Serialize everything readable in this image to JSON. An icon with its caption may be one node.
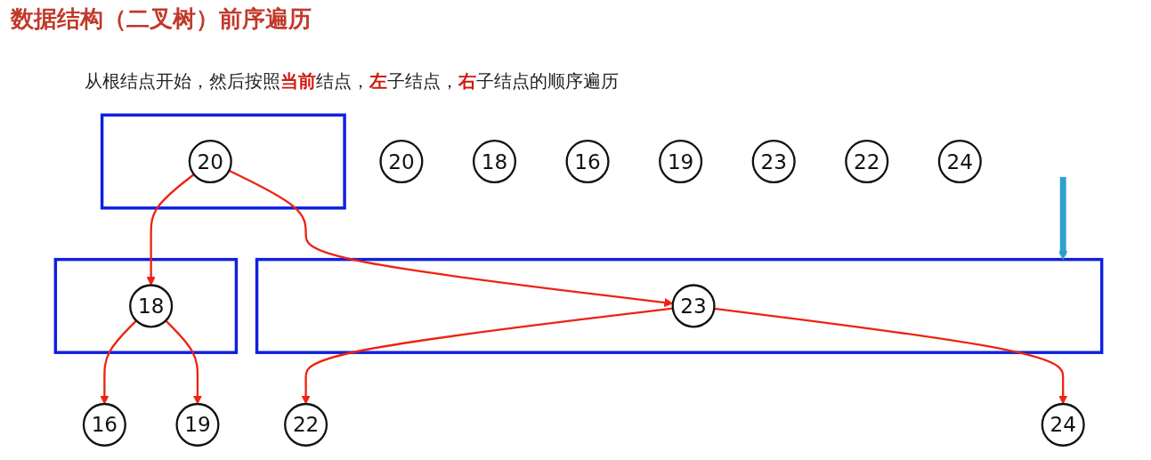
{
  "diagram": {
    "title": "数据结构（二叉树）前序遍历",
    "nodes": [
      {
        "text": [
          "20"
        ]
      },
      {
        "text": [
          "18"
        ]
      },
      {
        "text": [
          "16"
        ]
      },
      {
        "text": [
          "19"
        ]
      },
      {
        "text": [
          "23"
        ]
      },
      {
        "text": [
          "22"
        ]
      },
      {
        "text": [
          "24"
        ]
      },
      {
        "text": [],
        "shape": "box"
      },
      {
        "text": [
          "20"
        ],
        "in": 7
      },
      {
        "text": [],
        "shape": "box"
      },
      {
        "text": [
          "18"
        ],
        "in": 9
      },
      {
        "text": [],
        "shape": "box"
      },
      {
        "text": [
          "23"
        ],
        "in": 11
      },
      {
        "text": [
          "16"
        ]
      },
      {
        "text": [
          "19"
        ]
      },
      {
        "text": [
          "22"
        ]
      },
      {
        "text": [
          "24"
        ]
      }
    ],
    "edges": [
      {
        "from": 8,
        "to": 10,
        "arrow": "to"
      },
      {
        "from": 8,
        "to": 12,
        "arrow": "to"
      },
      {
        "from": 10,
        "to": 13,
        "arrow": "to"
      },
      {
        "from": 10,
        "to": 14,
        "arrow": "to"
      },
      {
        "from": 12,
        "to": 15,
        "arrow": "to"
      },
      {
        "from": 12,
        "to": 16,
        "arrow": "to"
      },
      {
        "from": null,
        "to": 11,
        "arrow": "to",
        "style": "thick",
        "color": "#2f9fd0"
      }
    ],
    "labels": [
      "从根结点开始，然后按照**当前**结点，**左**子结点，**右**子结点的顺序遍历"
    ]
  }
}
